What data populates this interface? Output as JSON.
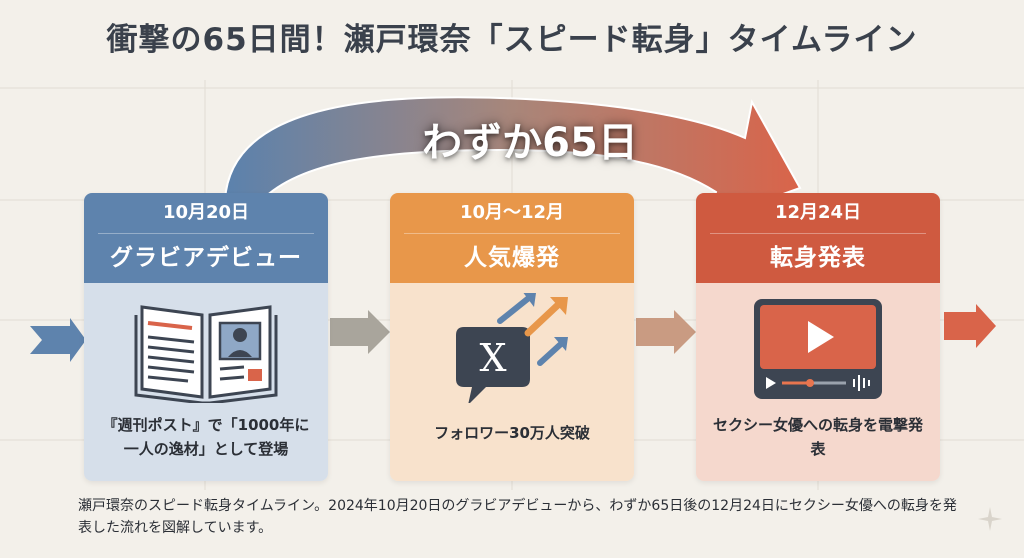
{
  "title": "衝撃の65日間！瀬戸環奈「スピード転身」タイムライン",
  "arc": {
    "label": "わずか65日"
  },
  "timeline": [
    {
      "date": "10月20日",
      "phase": "グラビアデビュー",
      "icon": "open-magazine-icon",
      "description": "『週刊ポスト』で「1000年に一人の逸材」として登場",
      "color": "#5e83ad"
    },
    {
      "date": "10月～12月",
      "phase": "人気爆発",
      "icon": "x-logo-growth-icon",
      "description": "フォロワー30万人突破",
      "color": "#e8974a"
    },
    {
      "date": "12月24日",
      "phase": "転身発表",
      "icon": "video-player-icon",
      "description": "セクシー女優への転身を電撃発表",
      "color": "#cf5a40"
    }
  ],
  "caption": "瀬戸環奈のスピード転身タイムライン。2024年10月20日のグラビアデビューから、わずか65日後の12月24日にセクシー女優への転身を発表した流れを図解しています。"
}
